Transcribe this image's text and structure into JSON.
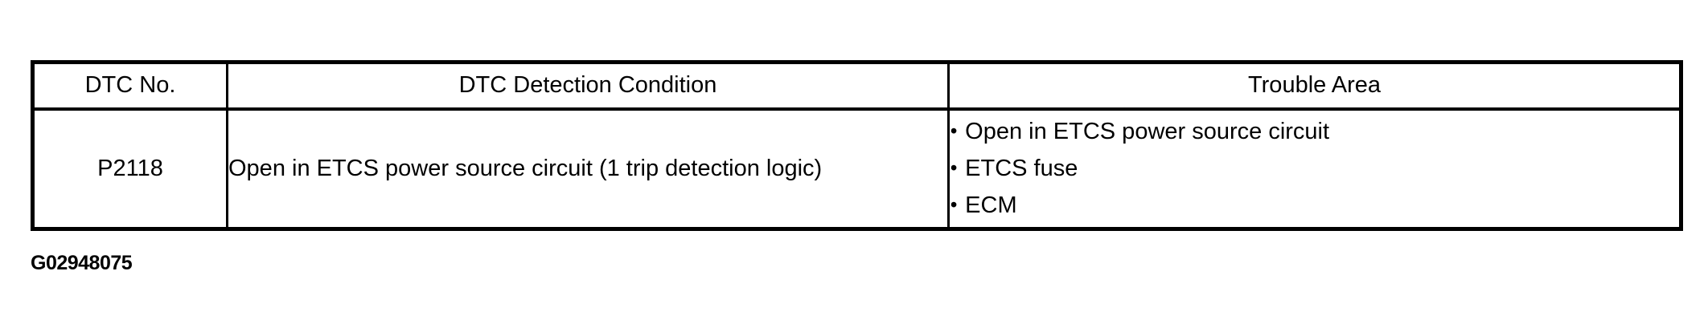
{
  "figure_id": "G02948075",
  "bullet_glyph": "•",
  "table": {
    "headers": [
      "DTC No.",
      "DTC Detection Condition",
      "Trouble Area"
    ],
    "row": {
      "dtc_no": "P2118",
      "detection_condition": "Open in ETCS power source circuit (1 trip detection logic)",
      "trouble_areas": [
        "Open in ETCS power source circuit",
        "ETCS fuse",
        "ECM"
      ]
    }
  }
}
